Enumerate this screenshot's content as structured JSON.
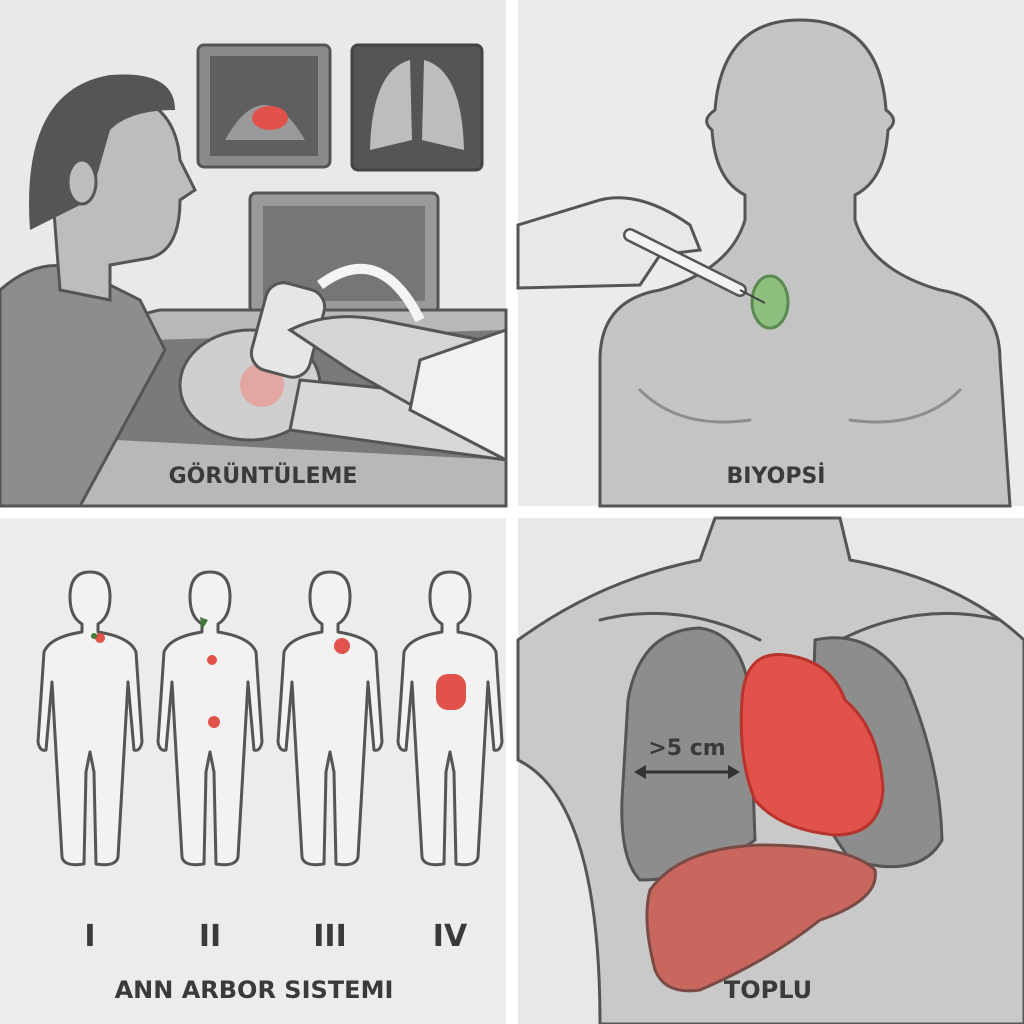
{
  "panels": {
    "imaging": {
      "label": "GÖRÜNTÜLEME"
    },
    "biopsy": {
      "label": "BIYOPSİ"
    },
    "staging": {
      "label": "ANN ARBOR SISTEMI",
      "stages": [
        "I",
        "II",
        "III",
        "IV"
      ]
    },
    "bulky": {
      "label": "TOPLU",
      "measure": ">5 cm"
    }
  },
  "colors": {
    "panel_bg": "#e9e9e9",
    "lesion_red": "#e0524a",
    "node_green": "#8fbf7f",
    "outline": "#555555"
  }
}
